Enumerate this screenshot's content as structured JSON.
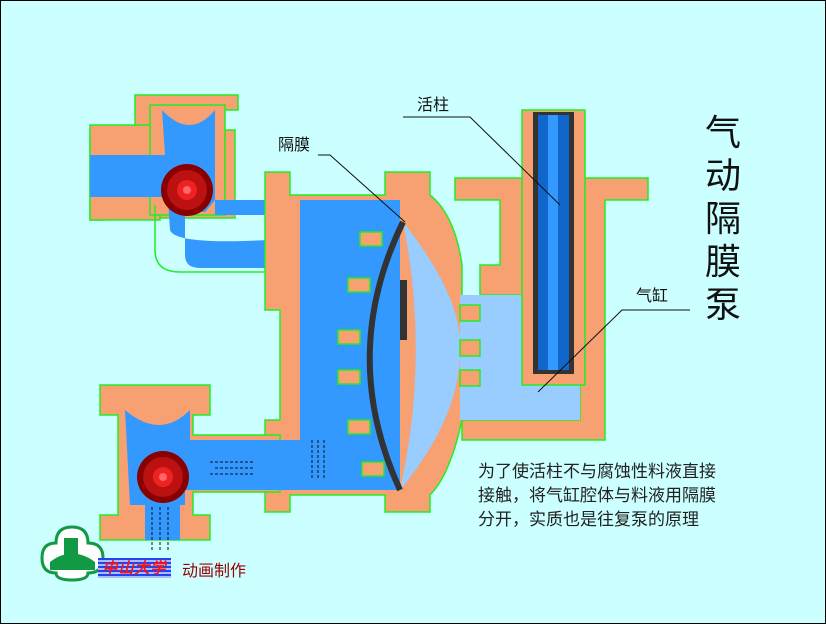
{
  "title_chars": [
    "气",
    "动",
    "隔",
    "膜",
    "泵"
  ],
  "labels": {
    "piston": "活柱",
    "diaphragm": "隔膜",
    "cylinder": "气缸"
  },
  "description": [
    "为了使活柱不与腐蚀性料液直接",
    "接触，将气缸腔体与料液用隔膜",
    "分开，实质也是往复泵的原理"
  ],
  "logo": {
    "university": "中山大学",
    "credit": "动画制作"
  },
  "colors": {
    "background": "#ccffff",
    "housing": "#f7a072",
    "fluid": "#3399ff",
    "air": "#99ccff",
    "outline": "#22ee22",
    "ball": "#aa0000"
  }
}
